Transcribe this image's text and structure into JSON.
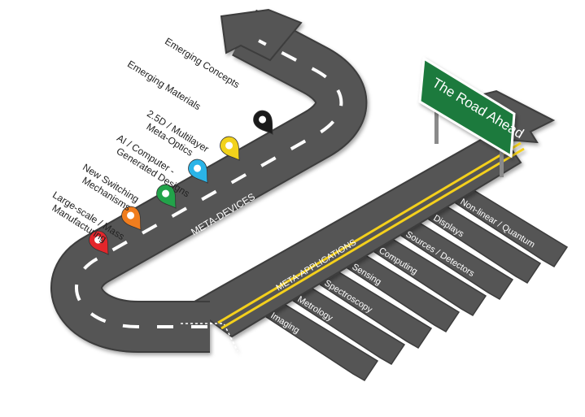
{
  "sign": {
    "text": "The Road Ahead",
    "color": "#1e7a3c"
  },
  "meta_devices": {
    "label": "META-DEVICES",
    "pins": [
      {
        "label_lines": [
          "Emerging Concepts"
        ],
        "color": "#1a1a1a"
      },
      {
        "label_lines": [
          "Emerging Materials"
        ],
        "color": "#f2d21b"
      },
      {
        "label_lines": [
          "2.5D / Multilayer",
          "Meta-Optics"
        ],
        "color": "#2ab4e8"
      },
      {
        "label_lines": [
          "AI / Computer -",
          "Generated Designs"
        ],
        "color": "#22a34a"
      },
      {
        "label_lines": [
          "New Switching",
          "Mechanisms"
        ],
        "color": "#f07d1e"
      },
      {
        "label_lines": [
          "Large-scale / Mass",
          "Manufacturing"
        ],
        "color": "#e3262b"
      }
    ]
  },
  "meta_applications": {
    "label": "META-APPLICATIONS",
    "branches": [
      "Non-linear / Quantum",
      "Displays",
      "Sources / Detectors",
      "Computing",
      "Sensing",
      "Spectroscopy",
      "Metrology",
      "Imaging"
    ]
  },
  "colors": {
    "road": "#555555",
    "road_edge": "#3c3c3c",
    "dash": "#ffffff",
    "center_line": "#f4d01c"
  }
}
